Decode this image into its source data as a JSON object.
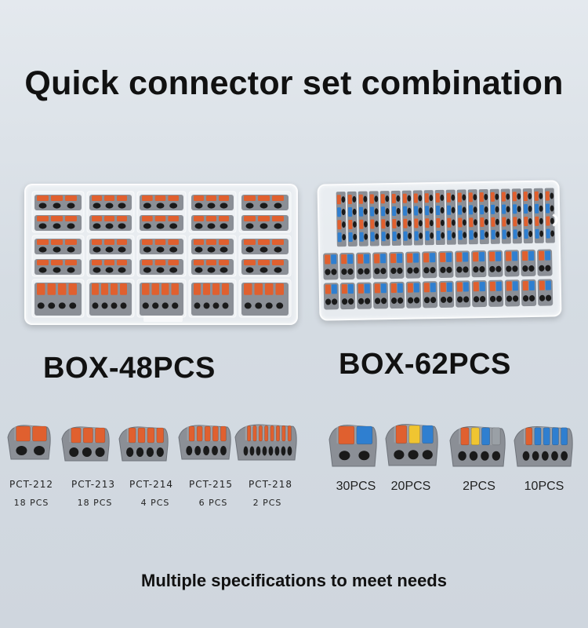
{
  "title": "Quick connector set combination",
  "boxes": [
    {
      "label": "BOX-48PCS"
    },
    {
      "label": "BOX-62PCS"
    }
  ],
  "box48_items": [
    {
      "model": "PCT-212",
      "count": "18 PCS"
    },
    {
      "model": "PCT-213",
      "count": "18 PCS"
    },
    {
      "model": "PCT-214",
      "count": "4 PCS"
    },
    {
      "model": "PCT-215",
      "count": "6 PCS"
    },
    {
      "model": "PCT-218",
      "count": "2 PCS"
    }
  ],
  "box62_items": [
    {
      "count": "30PCS"
    },
    {
      "count": "20PCS"
    },
    {
      "count": "2PCS"
    },
    {
      "count": "10PCS"
    }
  ],
  "tagline": "Multiple specifications to meet needs",
  "colors": {
    "connector_body": "#8b8f96",
    "lever_orange": "#e0602f",
    "lever_blue": "#2f7fd0",
    "lever_yellow": "#f0c531",
    "hole": "#1a1a1a"
  }
}
